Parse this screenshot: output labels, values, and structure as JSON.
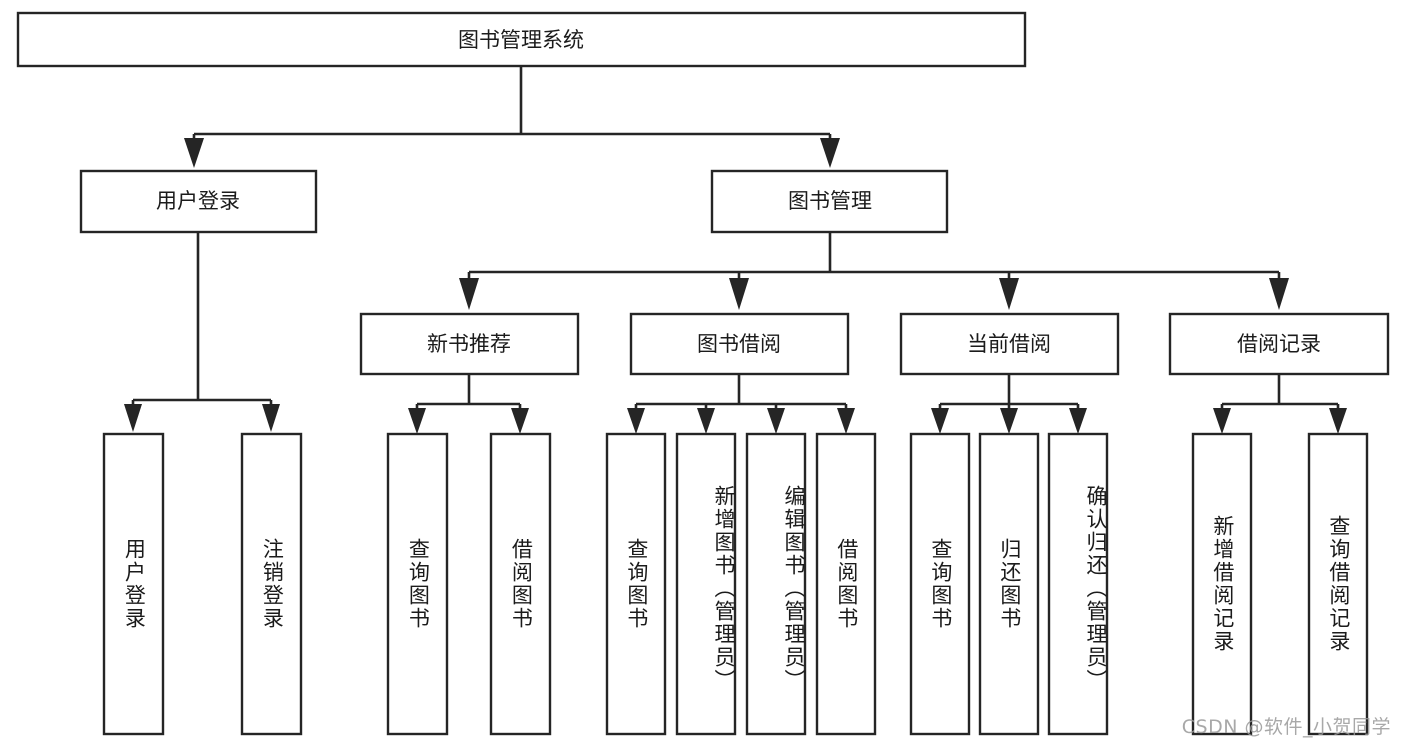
{
  "diagram": {
    "type": "tree-hierarchy",
    "title": "图书管理系统",
    "orientation": "top-down",
    "colors": {
      "box_stroke": "#252525",
      "box_fill": "#ffffff",
      "text": "#1b1b1b",
      "watermark": "#9a9a9a",
      "background": "#ffffff"
    },
    "levels": [
      {
        "level": 1,
        "nodes": [
          {
            "id": "root",
            "label": "图书管理系统",
            "orientation": "horizontal"
          }
        ]
      },
      {
        "level": 2,
        "nodes": [
          {
            "id": "login",
            "label": "用户登录",
            "orientation": "horizontal",
            "parent": "root"
          },
          {
            "id": "bookmgmt",
            "label": "图书管理",
            "orientation": "horizontal",
            "parent": "root"
          }
        ]
      },
      {
        "level": 3,
        "nodes": [
          {
            "id": "newrec",
            "label": "新书推荐",
            "orientation": "horizontal",
            "parent": "bookmgmt"
          },
          {
            "id": "borrow",
            "label": "图书借阅",
            "orientation": "horizontal",
            "parent": "bookmgmt"
          },
          {
            "id": "current",
            "label": "当前借阅",
            "orientation": "horizontal",
            "parent": "bookmgmt"
          },
          {
            "id": "records",
            "label": "借阅记录",
            "orientation": "horizontal",
            "parent": "bookmgmt"
          }
        ]
      },
      {
        "level": 4,
        "nodes": [
          {
            "id": "leaf-user-login",
            "label": "用户登录",
            "orientation": "vertical",
            "parent": "login"
          },
          {
            "id": "leaf-user-logout",
            "label": "注销登录",
            "orientation": "vertical",
            "parent": "login"
          },
          {
            "id": "leaf-query-book-rec",
            "label": "查询图书",
            "orientation": "vertical",
            "parent": "newrec"
          },
          {
            "id": "leaf-borrow-book-rec",
            "label": "借阅图书",
            "orientation": "vertical",
            "parent": "newrec"
          },
          {
            "id": "leaf-query-book-borrow",
            "label": "查询图书",
            "orientation": "vertical",
            "parent": "borrow"
          },
          {
            "id": "leaf-add-book",
            "label": "新增图书（管理员）",
            "orientation": "vertical",
            "parent": "borrow"
          },
          {
            "id": "leaf-edit-book",
            "label": "编辑图书（管理员）",
            "orientation": "vertical",
            "parent": "borrow"
          },
          {
            "id": "leaf-borrow-book",
            "label": "借阅图书",
            "orientation": "vertical",
            "parent": "borrow"
          },
          {
            "id": "leaf-query-book-current",
            "label": "查询图书",
            "orientation": "vertical",
            "parent": "current"
          },
          {
            "id": "leaf-return-book",
            "label": "归还图书",
            "orientation": "vertical",
            "parent": "current"
          },
          {
            "id": "leaf-confirm-return",
            "label": "确认归还（管理员）",
            "orientation": "vertical",
            "parent": "current"
          },
          {
            "id": "leaf-add-record",
            "label": "新增借阅记录",
            "orientation": "vertical",
            "parent": "records"
          },
          {
            "id": "leaf-query-record",
            "label": "查询借阅记录",
            "orientation": "vertical",
            "parent": "records"
          }
        ]
      }
    ],
    "watermark": "CSDN @软件_小贺同学"
  }
}
